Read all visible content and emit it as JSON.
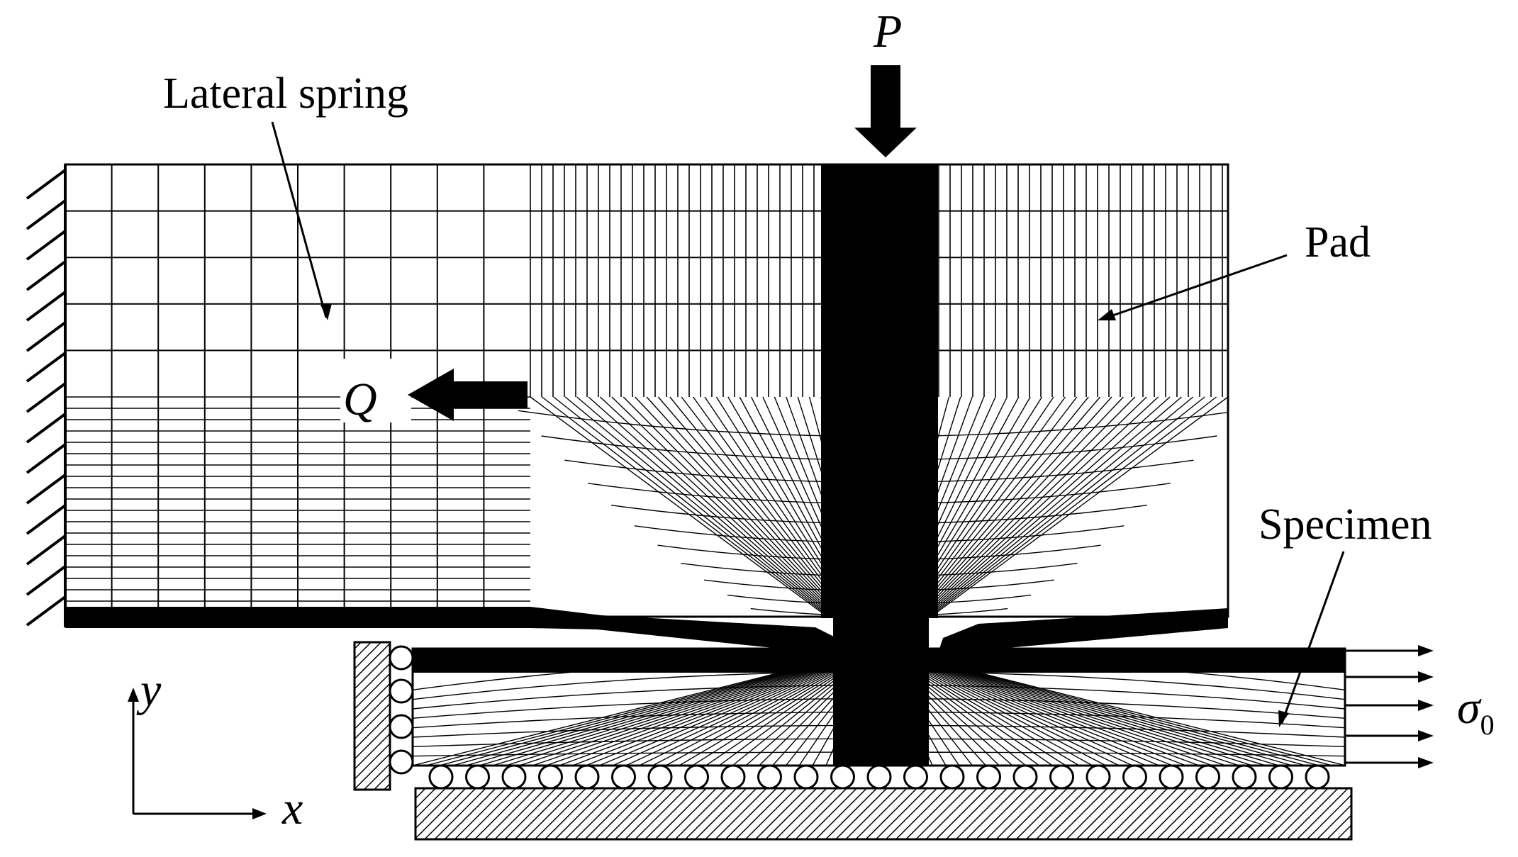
{
  "labels": {
    "lateral_spring": "Lateral spring",
    "pad": "Pad",
    "specimen": "Specimen",
    "load_p": "P",
    "load_q": "Q",
    "axis_x": "x",
    "axis_y": "y",
    "stress_sym": "σ",
    "stress_sub": "0"
  },
  "colors": {
    "line": "#000000",
    "background": "#ffffff",
    "hatch": "#000000"
  }
}
